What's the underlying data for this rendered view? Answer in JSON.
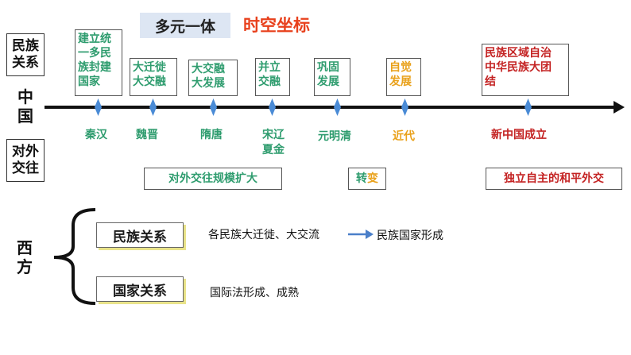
{
  "header": {
    "title_box": "多元一体",
    "title_red": "时空坐标"
  },
  "left": {
    "minzu_box": "民族\n关系",
    "china_label": "中\n国",
    "duiwai_box": "对外\n交往"
  },
  "timeline": {
    "events": [
      {
        "text": "建立统\n一多民\n族封建\n国家",
        "period": "秦汉",
        "period_color": "green"
      },
      {
        "text": "大迁徙\n大交融",
        "period": "魏晋",
        "period_color": "green"
      },
      {
        "text": "大交融\n大发展",
        "period": "隋唐",
        "period_color": "green"
      },
      {
        "text": "并立\n交融",
        "period": "宋辽\n夏金",
        "period_color": "green"
      },
      {
        "text": "巩固\n发展",
        "period": "元明清",
        "period_color": "green"
      },
      {
        "text": "自觉\n发展",
        "period": "近代",
        "period_color": "orange"
      },
      {
        "text": "民族区域自治\n中华民族大团\n结",
        "period": "新中国成立",
        "period_color": "red"
      }
    ]
  },
  "relations": {
    "expand": "对外交往规模扩大",
    "change_part1": "转",
    "change_part2": "变",
    "peace": "独立自主的和平外交"
  },
  "west": {
    "label": "西\n方",
    "row1": {
      "box": "民族关系",
      "text": "各民族大迁徙、大交流",
      "result": "民族国家形成"
    },
    "row2": {
      "box": "国家关系",
      "text": "国际法形成、成熟"
    }
  },
  "colors": {
    "green": "#2e9c6e",
    "orange": "#e9a11b",
    "red": "#c42323",
    "marker": "#4a8bd6",
    "arrow": "#4a7fc9"
  }
}
